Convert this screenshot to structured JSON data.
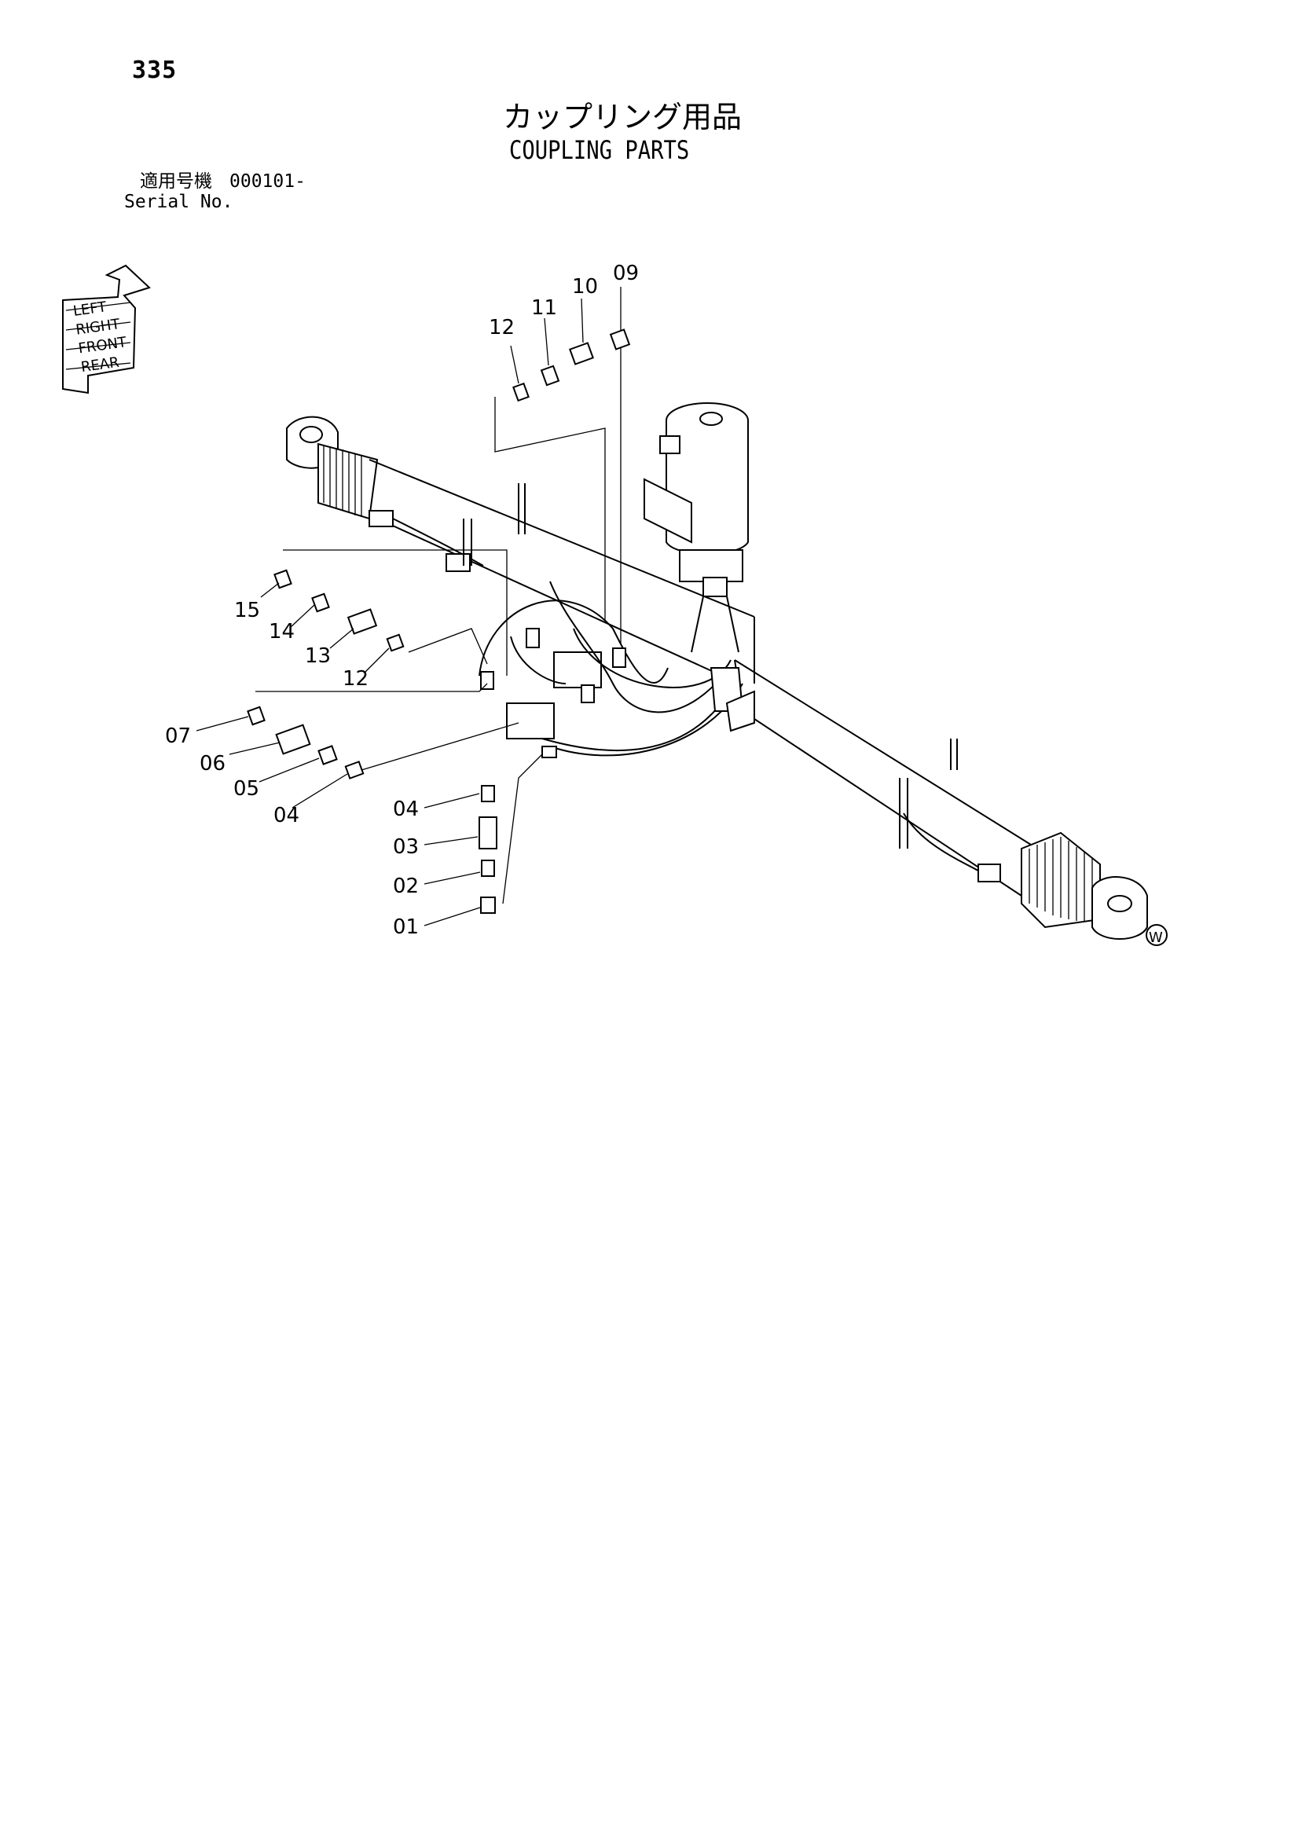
{
  "page": {
    "number": "335",
    "title_ja": "カップリング用品",
    "title_en": "COUPLING PARTS",
    "serial_label_ja": "適用号機",
    "serial_value": "000101-",
    "serial_label_en": "Serial No."
  },
  "direction_icon": {
    "words": [
      "LEFT",
      "RIGHT",
      "FRONT",
      "REAR"
    ]
  },
  "callouts": [
    {
      "id": "c12a",
      "text": "12"
    },
    {
      "id": "c11",
      "text": "11"
    },
    {
      "id": "c10",
      "text": "10"
    },
    {
      "id": "c09",
      "text": "09"
    },
    {
      "id": "c15",
      "text": "15"
    },
    {
      "id": "c14",
      "text": "14"
    },
    {
      "id": "c13",
      "text": "13"
    },
    {
      "id": "c12b",
      "text": "12"
    },
    {
      "id": "c07",
      "text": "07"
    },
    {
      "id": "c06",
      "text": "06"
    },
    {
      "id": "c05",
      "text": "05"
    },
    {
      "id": "c04a",
      "text": "04"
    },
    {
      "id": "c04b",
      "text": "04"
    },
    {
      "id": "c03",
      "text": "03"
    },
    {
      "id": "c02",
      "text": "02"
    },
    {
      "id": "c01",
      "text": "01"
    }
  ],
  "marker": "W"
}
